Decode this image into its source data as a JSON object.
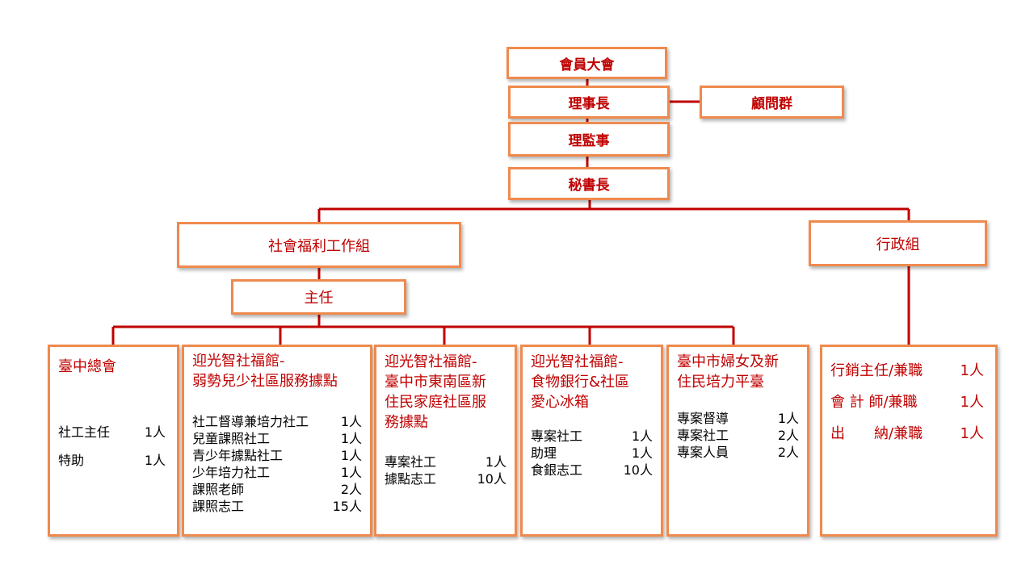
{
  "general_assembly": "會員大會",
  "chairman": "理事長",
  "advisors": "顧問群",
  "directors_supervisors": "理監事",
  "secretary_general": "秘書長",
  "welfare_group": "社會福利工作組",
  "admin_group": "行政組",
  "director": "主任",
  "units": [
    {
      "title": [
        "臺中總會"
      ],
      "staff": [
        {
          "role": "社工主任",
          "count": "1人"
        },
        {
          "role": "特助",
          "count": "1人"
        }
      ]
    },
    {
      "title": [
        "迎光智社福館-",
        "弱勢兒少社區服務據點"
      ],
      "staff": [
        {
          "role": "社工督導兼培力社工",
          "count": "1人"
        },
        {
          "role": "兒童課照社工",
          "count": "1人"
        },
        {
          "role": "青少年據點社工",
          "count": "1人"
        },
        {
          "role": "少年培力社工",
          "count": "1人"
        },
        {
          "role": "課照老師",
          "count": "2人"
        },
        {
          "role": "課照志工",
          "count": "15人"
        }
      ]
    },
    {
      "title": [
        "迎光智社福館-",
        "臺中市東南區新",
        "住民家庭社區服",
        "務據點"
      ],
      "staff": [
        {
          "role": "專案社工",
          "count": "1人"
        },
        {
          "role": "據點志工",
          "count": "10人"
        }
      ]
    },
    {
      "title": [
        "迎光智社福館-",
        "食物銀行&社區",
        "愛心冰箱"
      ],
      "staff": [
        {
          "role": "專案社工",
          "count": "1人"
        },
        {
          "role": "助理",
          "count": "1人"
        },
        {
          "role": "食銀志工",
          "count": "10人"
        }
      ]
    },
    {
      "title": [
        "臺中市婦女及新",
        "住民培力平臺"
      ],
      "staff": [
        {
          "role": "專案督導",
          "count": "1人"
        },
        {
          "role": "專案社工",
          "count": "2人"
        },
        {
          "role": "專案人員",
          "count": "2人"
        }
      ]
    }
  ],
  "admin_staff": [
    {
      "role": "行銷主任/兼職",
      "count": "1人"
    },
    {
      "role": "會 計 師/兼職",
      "count": "1人"
    },
    {
      "role": "出　　納/兼職",
      "count": "1人"
    }
  ],
  "colors": {
    "box_border": "#ee8a4e",
    "connector": "#c00000",
    "title_text": "#c00000",
    "body_text": "#000000"
  }
}
